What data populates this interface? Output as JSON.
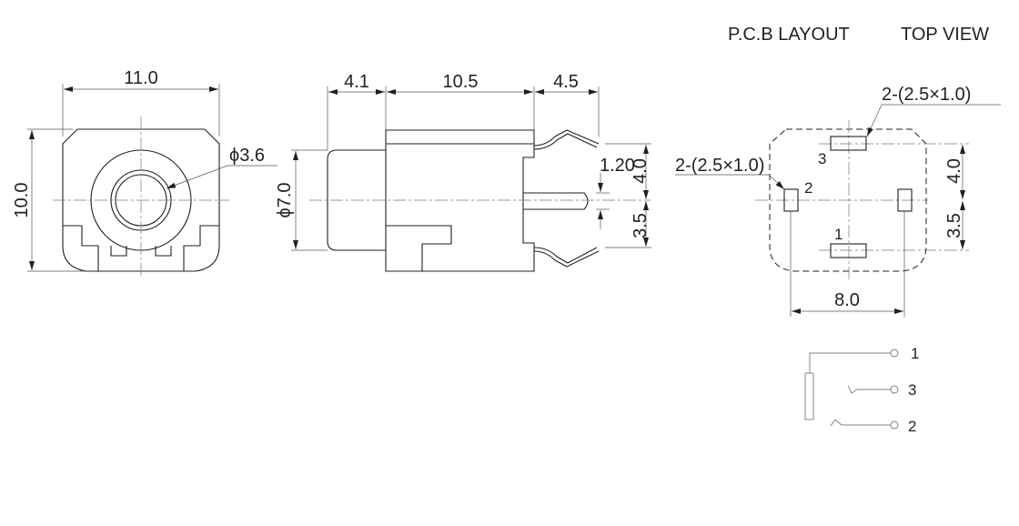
{
  "title": {
    "pcb_layout": "P.C.B LAYOUT",
    "top_view": "TOP VIEW"
  },
  "front_view": {
    "width": "11.0",
    "height": "10.0",
    "hole_diameter": "ϕ3.6"
  },
  "side_view": {
    "flange_length": "4.1",
    "body_length": "10.5",
    "pin_length": "4.5",
    "flange_diameter": "ϕ7.0",
    "pin_width": "1.20",
    "upper_offset": "4.0",
    "lower_offset": "3.5"
  },
  "pcb_view": {
    "pad_spec_top": "2-(2.5×1.0)",
    "pad_spec_left": "2-(2.5×1.0)",
    "pin_1": "1",
    "pin_2": "2",
    "pin_3": "3",
    "upper_offset": "4.0",
    "lower_offset": "3.5",
    "width": "8.0"
  },
  "schematic": {
    "pin_1": "1",
    "pin_3": "3",
    "pin_2": "2"
  }
}
